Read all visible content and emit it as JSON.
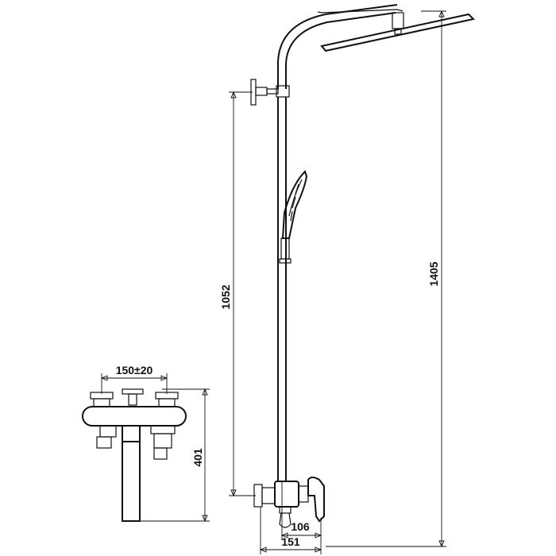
{
  "dimensions": {
    "mixer_spacing": "150±20",
    "mixer_height": "401",
    "riser_length": "1052",
    "total_height": "1405",
    "wall_offset_inner": "106",
    "wall_offset_outer": "151"
  }
}
